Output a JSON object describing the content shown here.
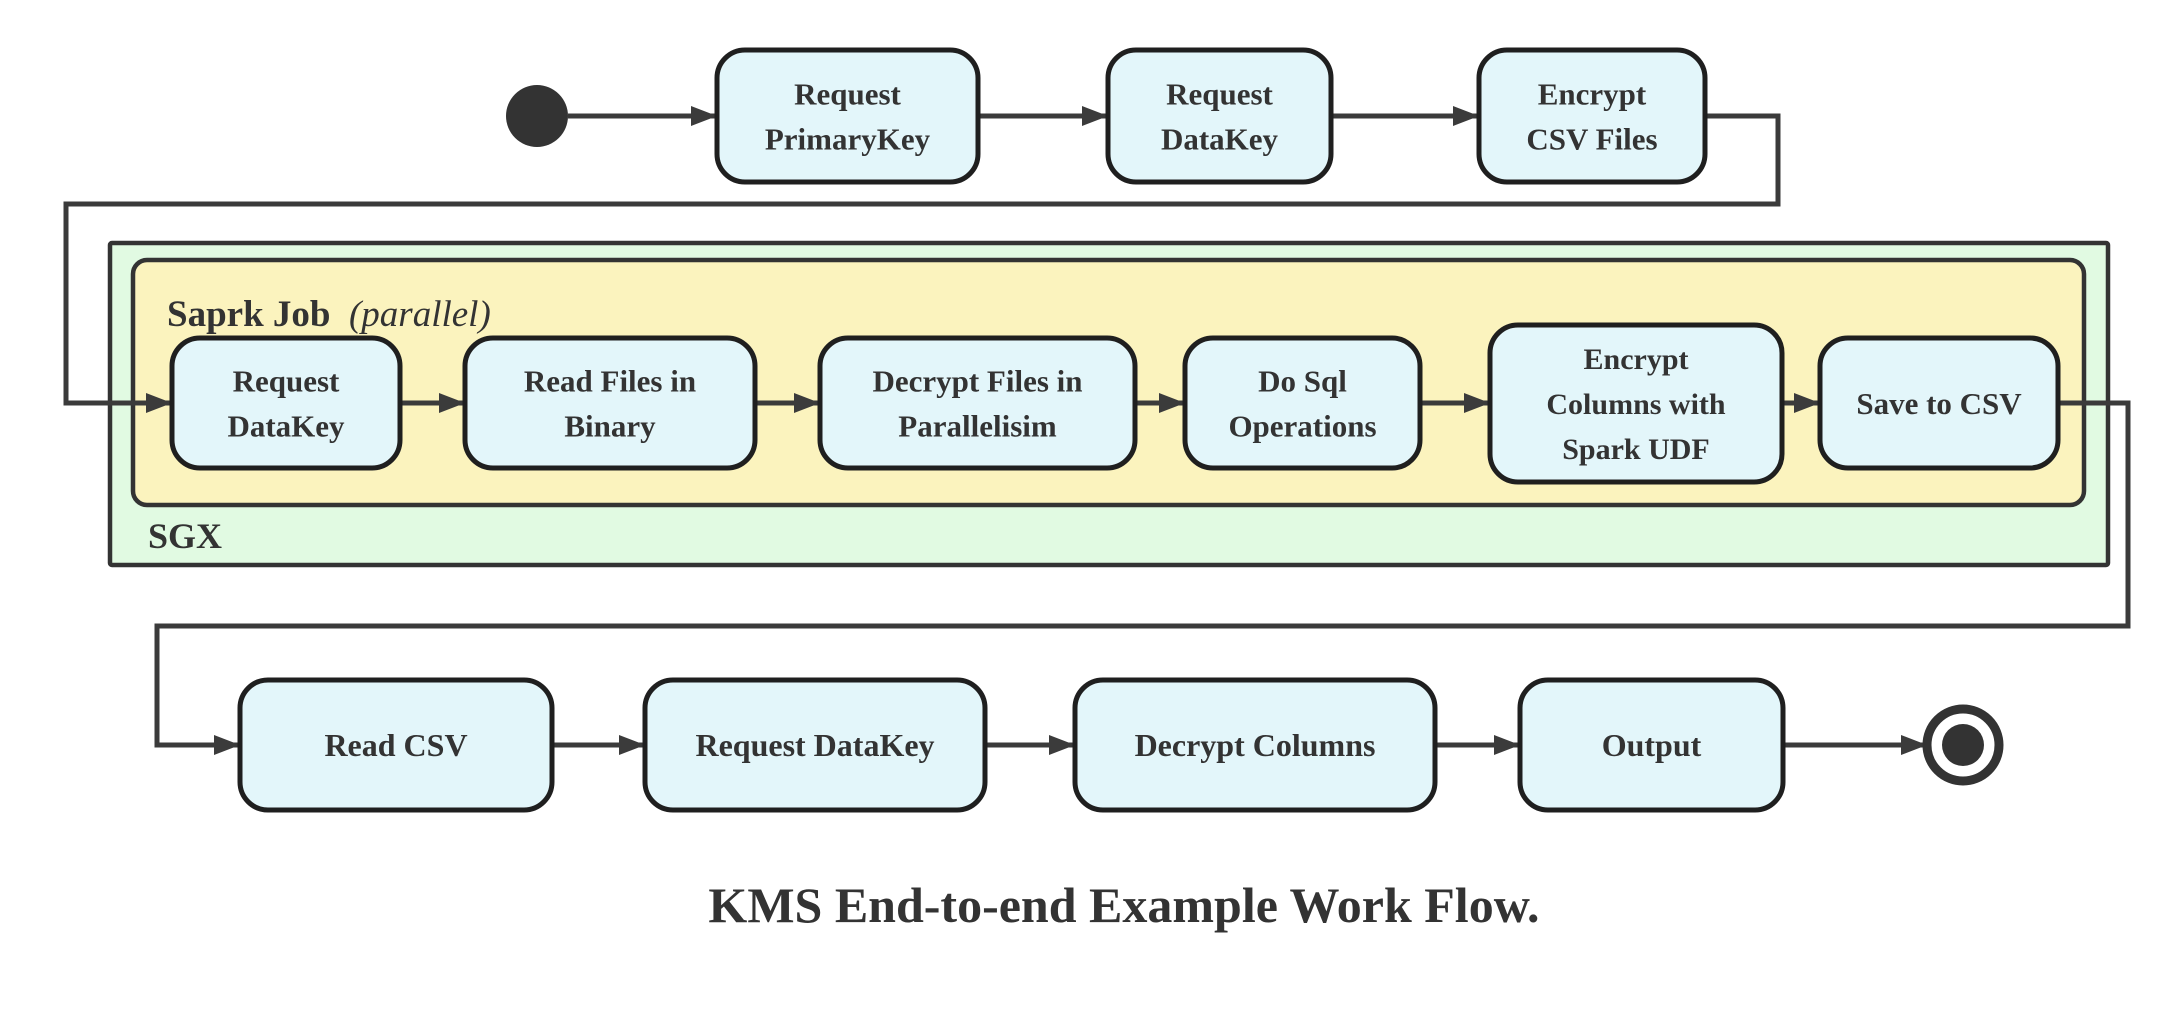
{
  "diagram": {
    "caption": "KMS End-to-end Example Work Flow.",
    "colors": {
      "background": "#FFFFFF",
      "node_fill": "#E3F6FA",
      "node_border": "#1F1F1F",
      "sgx_fill": "#E1FAE2",
      "sgx_border": "#333333",
      "spark_fill": "#FBF3BE",
      "spark_border": "#333333",
      "edge": "#3B3B3B",
      "text": "#333333",
      "start_end": "#333333"
    },
    "containers": [
      {
        "id": "sgx",
        "label": "SGX"
      },
      {
        "id": "spark-job",
        "label": "Saprk Job",
        "qualifier": "(parallel)"
      }
    ],
    "markers": {
      "start": "start-state",
      "end": "end-state"
    },
    "nodes": [
      {
        "id": "request-primarykey",
        "lines": [
          "Request",
          "PrimaryKey"
        ]
      },
      {
        "id": "request-datakey-top",
        "lines": [
          "Request",
          "DataKey"
        ]
      },
      {
        "id": "encrypt-csv-files",
        "lines": [
          "Encrypt",
          "CSV Files"
        ]
      },
      {
        "id": "request-datakey-sgx",
        "lines": [
          "Request",
          "DataKey"
        ]
      },
      {
        "id": "read-files-in-binary",
        "lines": [
          "Read Files in",
          "Binary"
        ]
      },
      {
        "id": "decrypt-files-in-parallelisim",
        "lines": [
          "Decrypt Files in",
          "Parallelisim"
        ]
      },
      {
        "id": "do-sql-operations",
        "lines": [
          "Do Sql",
          "Operations"
        ]
      },
      {
        "id": "encrypt-columns-with-spark-udf",
        "lines": [
          "Encrypt",
          "Columns with",
          "Spark UDF"
        ]
      },
      {
        "id": "save-to-csv",
        "lines": [
          "Save to CSV"
        ]
      },
      {
        "id": "read-csv",
        "lines": [
          "Read CSV"
        ]
      },
      {
        "id": "request-datakey-bottom",
        "lines": [
          "Request DataKey"
        ]
      },
      {
        "id": "decrypt-columns",
        "lines": [
          "Decrypt Columns"
        ]
      },
      {
        "id": "output",
        "lines": [
          "Output"
        ]
      }
    ],
    "edges": [
      [
        "start",
        "request-primarykey"
      ],
      [
        "request-primarykey",
        "request-datakey-top"
      ],
      [
        "request-datakey-top",
        "encrypt-csv-files"
      ],
      [
        "encrypt-csv-files",
        "request-datakey-sgx"
      ],
      [
        "request-datakey-sgx",
        "read-files-in-binary"
      ],
      [
        "read-files-in-binary",
        "decrypt-files-in-parallelisim"
      ],
      [
        "decrypt-files-in-parallelisim",
        "do-sql-operations"
      ],
      [
        "do-sql-operations",
        "encrypt-columns-with-spark-udf"
      ],
      [
        "encrypt-columns-with-spark-udf",
        "save-to-csv"
      ],
      [
        "save-to-csv",
        "read-csv"
      ],
      [
        "read-csv",
        "request-datakey-bottom"
      ],
      [
        "request-datakey-bottom",
        "decrypt-columns"
      ],
      [
        "decrypt-columns",
        "output"
      ],
      [
        "output",
        "end"
      ]
    ]
  }
}
